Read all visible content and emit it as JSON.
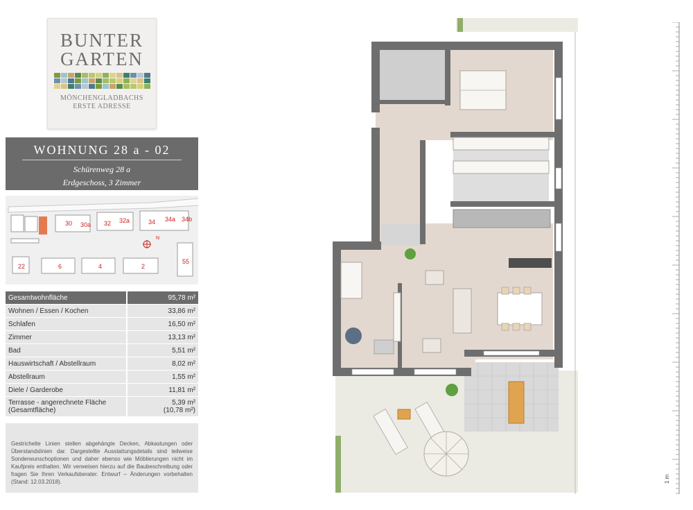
{
  "logo": {
    "line1": "BUNTER",
    "line2": "GARTEN",
    "sub1": "MÖNCHENGLADBACHS",
    "sub2": "ERSTE ADRESSE"
  },
  "unit": {
    "title": "WOHNUNG 28 a - 02",
    "address": "Schürenweg 28 a",
    "floor": "Erdgeschoss, 3 Zimmer"
  },
  "siteplan": {
    "buildings": [
      "30",
      "30a",
      "32",
      "32a",
      "34",
      "34a",
      "34b",
      "22",
      "6",
      "4",
      "2",
      "55"
    ],
    "highlight_color": "#e67a4f",
    "label_color": "#cc2222"
  },
  "areas": {
    "total": {
      "label": "Gesamtwohnfläche",
      "value": "95,78 m²"
    },
    "rows": [
      {
        "label": "Wohnen / Essen / Kochen",
        "value": "33,86 m²"
      },
      {
        "label": "Schlafen",
        "value": "16,50 m²"
      },
      {
        "label": "Zimmer",
        "value": "13,13 m²"
      },
      {
        "label": "Bad",
        "value": "5,51 m²"
      },
      {
        "label": "Hauswirtschaft / Abstellraum",
        "value": "8,02 m²"
      },
      {
        "label": "Abstellraum",
        "value": "1,55 m²"
      },
      {
        "label": "Diele / Garderobe",
        "value": "11,81 m²"
      }
    ],
    "terrace": {
      "label": "Terrasse - angerechnete Fläche",
      "label2": "(Gesamtfläche)",
      "value": "5,39 m²",
      "value2": "(10,78 m²)"
    }
  },
  "note": "Gestrichelte Linien stellen abgehängte Decken, Abkastungen oder Überstandslinien dar. Dargestellte Ausstattungsdetails sind teilweise Sonderwunschoptionen und daher ebenso wie Möblierungen nicht im Kaufpreis enthalten. Wir verweisen hierzu auf die Baubeschreibung oder fragen Sie Ihren Verkaufsberater. Entwurf – Änderungen vorbehalten (Stand: 12.03.2018).",
  "scale": {
    "label": "1 m"
  },
  "colors": {
    "panel": "#6b6b6b",
    "row": "#e6e6e6",
    "wall": "#6e6e6e",
    "floor": "#e3d8cf",
    "garden": "#ecebe3"
  }
}
